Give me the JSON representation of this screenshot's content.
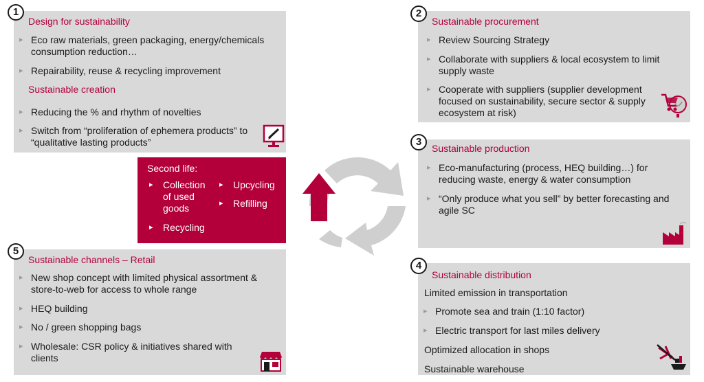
{
  "numbers": [
    "1",
    "2",
    "3",
    "4",
    "5"
  ],
  "design": {
    "title": "Design for sustainability",
    "bullets": [
      "Eco raw materials, green packaging, energy/chemicals consumption reduction…",
      "Repairability, reuse & recycling improvement"
    ],
    "creation_title": "Sustainable creation",
    "creation_bullets": [
      "Reducing the % and rhythm of novelties",
      "Switch from “proliferation of ephemera products” to “qualitative lasting products”"
    ]
  },
  "second_life": {
    "title": "Second life:",
    "items": [
      "Collection of used goods",
      "Upcycling",
      "Refilling",
      "Recycling"
    ]
  },
  "channels": {
    "title": "Sustainable channels – Retail",
    "bullets": [
      "New shop concept with limited physical assortment & store-to-web for access to whole range",
      "HEQ building",
      "No / green shopping bags",
      "Wholesale: CSR policy & initiatives shared with clients"
    ]
  },
  "procurement": {
    "title": "Sustainable procurement",
    "bullets": [
      "Review Sourcing Strategy",
      "Collaborate with suppliers & local ecosystem to limit supply waste",
      "Cooperate with suppliers (supplier development focused on sustainability, secure sector & supply ecosystem at risk)"
    ]
  },
  "production": {
    "title": "Sustainable production",
    "bullets": [
      "Eco-manufacturing (process, HEQ building…) for reducing waste, energy & water consumption",
      "“Only produce what you sell” by better forecasting and agile SC"
    ]
  },
  "distribution": {
    "title": "Sustainable distribution",
    "line1": "Limited emission in transportation",
    "bullets": [
      "Promote sea and train (1:10 factor)",
      "Electric transport for last miles delivery"
    ],
    "line2": "Optimized allocation in shops",
    "line3": "Sustainable warehouse"
  },
  "colors": {
    "accent": "#b3003b",
    "panel": "#d9d9d9",
    "cycle": "#cfcfcf"
  }
}
